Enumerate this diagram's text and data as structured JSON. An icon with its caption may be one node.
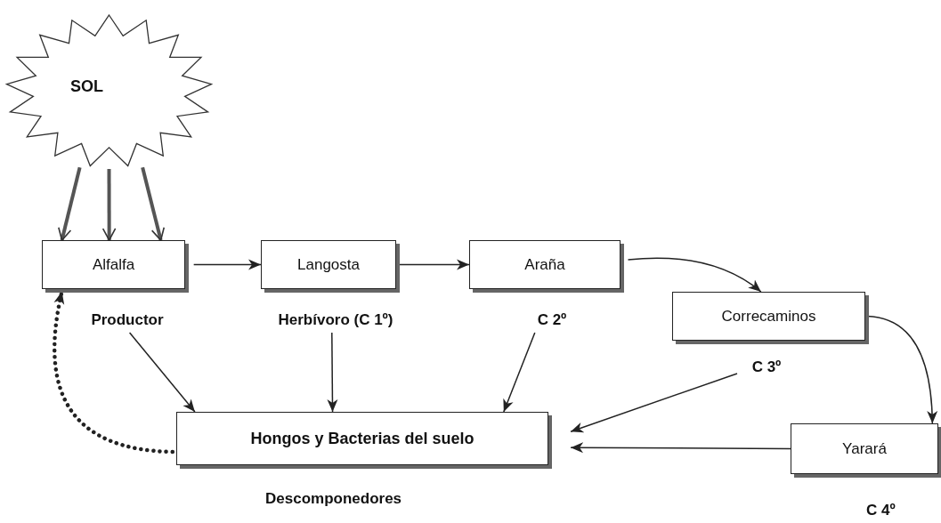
{
  "diagram": {
    "nodes": [
      {
        "text": [
          "SOL"
        ]
      },
      {
        "text": [
          "Alfalfa"
        ]
      },
      {
        "text": [
          "Langosta"
        ]
      },
      {
        "text": [
          "Araña"
        ]
      },
      {
        "text": [
          "Correcaminos"
        ]
      },
      {
        "text": [
          "Productor"
        ]
      },
      {
        "text": [
          "Herbívoro (C 1º)"
        ]
      },
      {
        "text": [
          "C 2º"
        ]
      },
      {
        "text": [
          "C 3º"
        ]
      },
      {
        "text": [
          "Hongos y Bacterias del suelo"
        ],
        "beside": [
          "Descomponedores"
        ]
      },
      {
        "text": [
          "Yarará"
        ],
        "beside": [
          "C 4º"
        ]
      }
    ],
    "edges": [
      {
        "from": 0,
        "to": 1,
        "arrow": "to",
        "style": "thick"
      },
      {
        "from": 0,
        "to": 1,
        "arrow": "to",
        "style": "thick"
      },
      {
        "from": 0,
        "to": 1,
        "arrow": "to",
        "style": "thick"
      },
      {
        "from": 1,
        "to": 2,
        "arrow": "to"
      },
      {
        "from": 2,
        "to": 3,
        "arrow": "to"
      },
      {
        "from": 3,
        "to": 4,
        "arrow": "to"
      },
      {
        "from": 4,
        "to": 10,
        "arrow": "to"
      },
      {
        "from": 5,
        "to": 9,
        "arrow": "to"
      },
      {
        "from": 6,
        "to": 9,
        "arrow": "to"
      },
      {
        "from": 7,
        "to": 9,
        "arrow": "to"
      },
      {
        "from": 8,
        "to": 9,
        "arrow": "to"
      },
      {
        "from": 10,
        "to": 9,
        "arrow": "to"
      },
      {
        "from": 9,
        "to": 1,
        "arrow": "to",
        "style": "dashed"
      }
    ]
  }
}
